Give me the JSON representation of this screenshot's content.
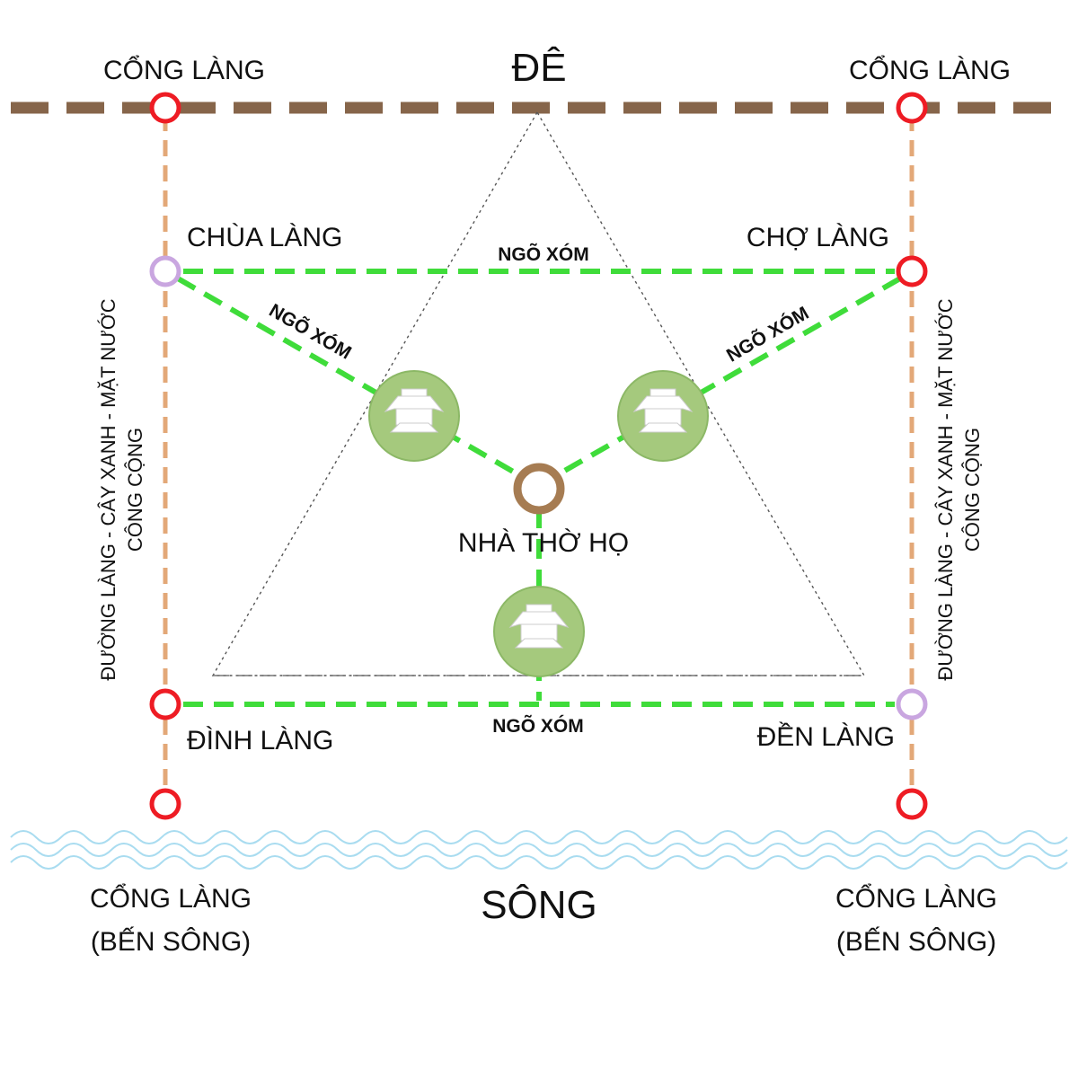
{
  "dike": {
    "label": "ĐÊ"
  },
  "river": {
    "label": "SÔNG"
  },
  "gates_top": {
    "left": "CỔNG LÀNG",
    "right": "CỔNG LÀNG"
  },
  "gates_bottom": {
    "left_line1": "CỔNG LÀNG",
    "left_line2": "(BẾN SÔNG)",
    "right_line1": "CỔNG LÀNG",
    "right_line2": "(BẾN SÔNG)"
  },
  "places": {
    "pagoda": "CHÙA LÀNG",
    "market": "CHỢ LÀNG",
    "communal_house": "ĐÌNH LÀNG",
    "temple": "ĐỀN LÀNG",
    "ancestral_hall": "NHÀ THỜ HỌ"
  },
  "alleys": {
    "top": "NGÕ XÓM",
    "left_diag": "NGÕ XÓM",
    "right_diag": "NGÕ XÓM",
    "bottom": "NGÕ XÓM"
  },
  "side_roads": {
    "left_line1": "ĐƯỜNG LÀNG - CÂY XANH - MẶT NƯỚC",
    "left_line2": "CÔNG CỘNG",
    "right_line1": "ĐƯỜNG LÀNG - CÂY XANH - MẶT NƯỚC",
    "right_line2": "CÔNG CỘNG"
  },
  "colors": {
    "dike": "#86654a",
    "road": "#e3a878",
    "alley": "#3fdc3a",
    "gate_red": "#ee1c24",
    "lilac": "#c9a6e0",
    "hall_brown": "#a67c52",
    "cluster_green": "#a5c97d",
    "water": "#a9dcf0"
  }
}
